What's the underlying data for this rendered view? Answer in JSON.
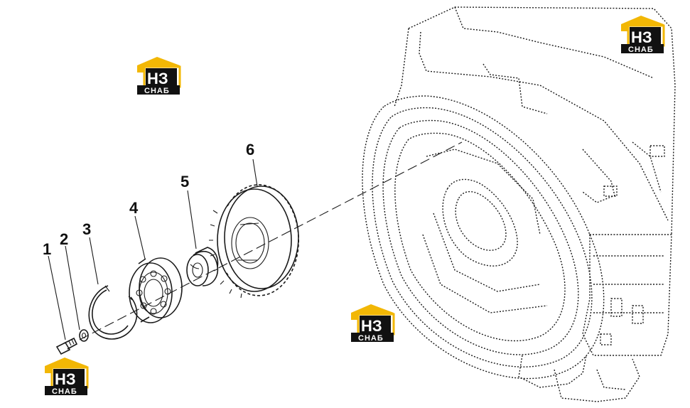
{
  "callouts": [
    {
      "id": "1",
      "label": "1"
    },
    {
      "id": "2",
      "label": "2"
    },
    {
      "id": "3",
      "label": "3"
    },
    {
      "id": "4",
      "label": "4"
    },
    {
      "id": "5",
      "label": "5"
    },
    {
      "id": "6",
      "label": "6"
    }
  ],
  "watermark": {
    "main_text": "НЗ",
    "sub_text": "СНАБ",
    "colors": {
      "roof": "#f2b705",
      "badge": "#111111"
    }
  }
}
